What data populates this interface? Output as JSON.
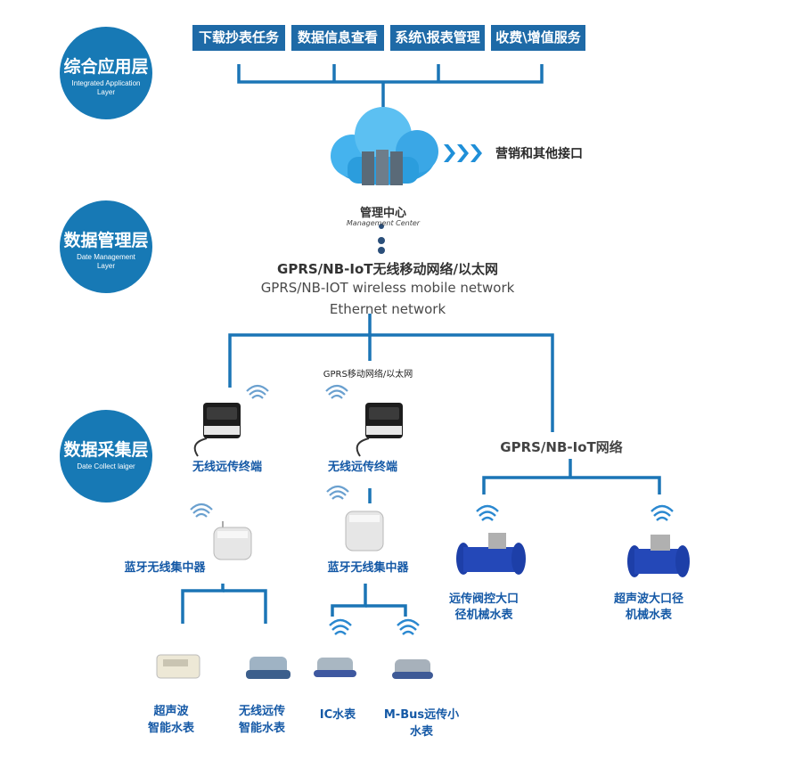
{
  "layers": {
    "application": {
      "zh": "综合应用层",
      "en": "Integrated Application Layer"
    },
    "management": {
      "zh": "数据管理层",
      "en": "Date Management Layer"
    },
    "collect": {
      "zh": "数据采集层",
      "en": "Date Collect laiger"
    }
  },
  "top_services": [
    "下载抄表任务",
    "数据信息查看",
    "系统\\报表管理",
    "收费\\增值服务"
  ],
  "center": {
    "arrow": ">>>",
    "interface": "营销和其他接口",
    "title_zh": "管理中心",
    "title_en": "Management Center"
  },
  "network": {
    "title_zh": "GPRS/NB-IoT无线移动网络/以太网",
    "title_en1": "GPRS/NB-IOT wireless mobile network",
    "title_en2": "Ethernet network",
    "mid_label": "GPRS移动网络/以太网",
    "right_label": "GPRS/NB-IoT网络"
  },
  "devices": {
    "terminal1": "无线远传终端",
    "terminal2": "无线远传终端",
    "concentrator1": "蓝牙无线集中器",
    "concentrator2": "蓝牙无线集中器",
    "meter_ultra_1": "超声波",
    "meter_ultra_2": "智能水表",
    "meter_wireless_1": "无线远传",
    "meter_wireless_2": "智能水表",
    "meter_ic": "IC水表",
    "meter_mbus_1": "M-Bus远传小",
    "meter_mbus_2": "水表",
    "big_valve_1": "远传阀控大口",
    "big_valve_2": "径机械水表",
    "big_ultra_1": "超声波大口径",
    "big_ultra_2": "机械水表"
  },
  "colors": {
    "layer_circle": "#1779b5",
    "line": "#1b75b6",
    "label": "#1559a6",
    "box": "#1e6aa7"
  }
}
